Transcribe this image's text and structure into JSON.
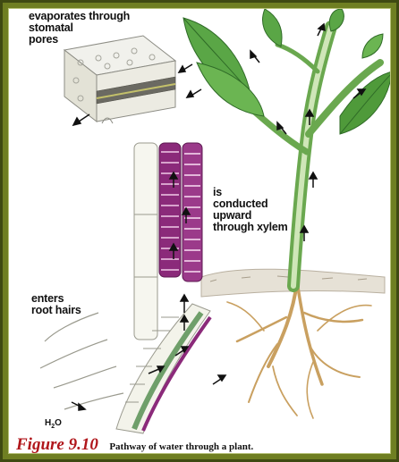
{
  "labels": {
    "evaporates": "evaporates through\nstomatal\npores",
    "conducted": "is\nconducted\nupward\nthrough xylem",
    "enters": "enters\nroot hairs",
    "h2o_main": "H",
    "h2o_sub": "2",
    "h2o_end": "O"
  },
  "caption": {
    "figure": "Figure 9.10",
    "text": "Pathway of water through a plant."
  },
  "colors": {
    "border_outer": "#6f7f22",
    "caption_red": "#b0161b",
    "leaf_green": "#4f9a3a",
    "xylem_purple": "#8b2a7a",
    "root_tan": "#c9a060"
  }
}
